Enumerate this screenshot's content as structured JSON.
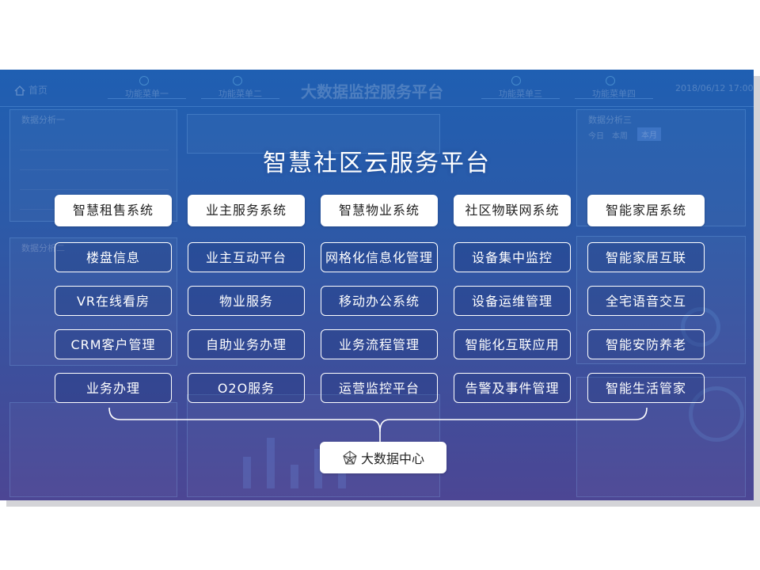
{
  "background_dashboard": {
    "home_label": "首页",
    "title": "大数据监控服务平台",
    "menus": [
      "功能菜单一",
      "功能菜单二",
      "功能菜单三",
      "功能菜单四"
    ],
    "datetime": "2018/06/12 17:00",
    "panels": [
      "数据分析一",
      "数据分析二",
      "数据分析三"
    ],
    "small_tabs": [
      "今日",
      "本周",
      "本月"
    ]
  },
  "title": "智慧社区云服务平台",
  "columns": [
    {
      "header": "智慧租售系统",
      "items": [
        "楼盘信息",
        "VR在线看房",
        "CRM客户管理",
        "业务办理"
      ]
    },
    {
      "header": "业主服务系统",
      "items": [
        "业主互动平台",
        "物业服务",
        "自助业务办理",
        "O2O服务"
      ]
    },
    {
      "header": "智慧物业系统",
      "items": [
        "网格化信息化管理",
        "移动办公系统",
        "业务流程管理",
        "运营监控平台"
      ]
    },
    {
      "header": "社区物联网系统",
      "items": [
        "设备集中监控",
        "设备运维管理",
        "智能化互联应用",
        "告警及事件管理"
      ]
    },
    {
      "header": "智能家居系统",
      "items": [
        "智能家居互联",
        "全宅语音交互",
        "智能安防养老",
        "智能生活管家"
      ]
    }
  ],
  "center": {
    "label": "大数据中心",
    "icon": "network-icon"
  },
  "colors": {
    "bg_top": "#1f5fb2",
    "bg_bottom": "#4c4694",
    "card": "#ffffff",
    "text_dark": "#222222"
  }
}
